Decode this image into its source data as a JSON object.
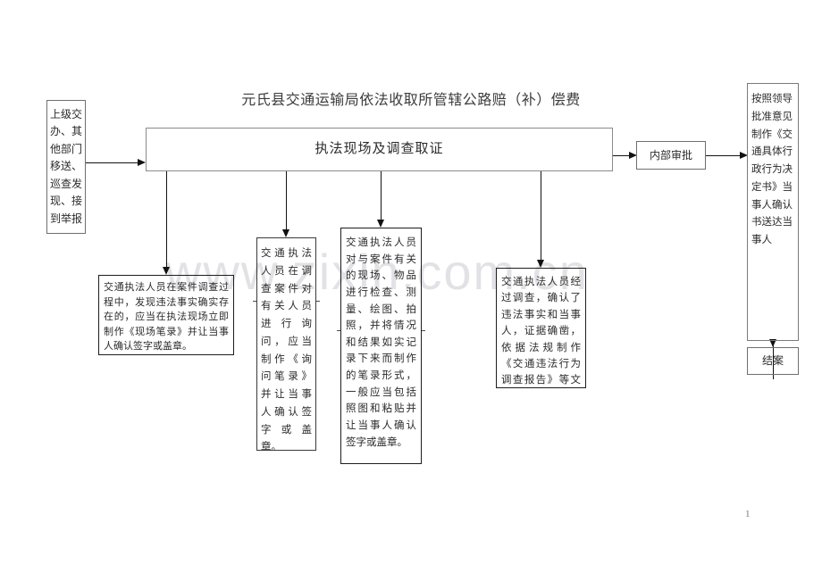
{
  "document": {
    "title": "元氏县交通运输局依法收取所管辖公路赔（补）偿费",
    "watermark": "www.zixin.com.cn",
    "page_number": "1"
  },
  "flowchart": {
    "type": "process-flow-diagram",
    "nodes": {
      "source": {
        "id": "case-source",
        "label": "上级交办、其他部门移送、巡查发现、接到举报"
      },
      "main_process": {
        "id": "enforcement-scene-investigation",
        "label": "执法现场及调查取证"
      },
      "internal_approval": {
        "id": "internal-approval",
        "label": "内部审批"
      },
      "decision": {
        "id": "decision-document",
        "label": "按照领导批准意见制作《交通具体行政行为决定书》当事人确认书送达当事人"
      },
      "close_case": {
        "id": "close-case",
        "label": "结案"
      },
      "detail_1": {
        "id": "scene-record",
        "label": "交通执法人员在案件调查过程中，发现违法事实确实存在的，应当在执法现场立即制作《现场笔录》并让当事人确认签字或盖章。"
      },
      "detail_2": {
        "id": "interrogation-record",
        "label": "交通执法人员在调查案件对有关人员进行询问，应当制作《询问笔录》并让当事人确认签字或盖章。"
      },
      "detail_3": {
        "id": "inspection-record",
        "label": "交通执法人员对与案件有关的现场、物品进行检查、测量、绘图、拍照，并将情况和结果如实记录下来而制作的笔录形式，一般应当包括照图和粘贴并让当事人确认签字或盖章。"
      },
      "detail_4": {
        "id": "investigation-report",
        "label": "交通执法人员经过调查，确认了违法事实和当事人，证据确凿，依据法规制作《交通违法行为调查报告》等文书。"
      }
    },
    "edges": [
      {
        "from": "source",
        "to": "main_process",
        "direction": "right"
      },
      {
        "from": "main_process",
        "to": "internal_approval",
        "direction": "right"
      },
      {
        "from": "internal_approval",
        "to": "decision",
        "direction": "right"
      },
      {
        "from": "decision",
        "to": "close_case",
        "direction": "down"
      },
      {
        "from": "main_process",
        "to": "detail_1",
        "direction": "down"
      },
      {
        "from": "main_process",
        "to": "detail_2",
        "direction": "down"
      },
      {
        "from": "main_process",
        "to": "detail_3",
        "direction": "down"
      },
      {
        "from": "main_process",
        "to": "detail_4",
        "direction": "down"
      }
    ],
    "colors": {
      "border": "#7b7b7b",
      "border_dark": "#1d1d1d",
      "text": "#2b2b2b",
      "connector": "#121212",
      "watermark": "#e2e2e6",
      "background": "#ffffff"
    }
  }
}
